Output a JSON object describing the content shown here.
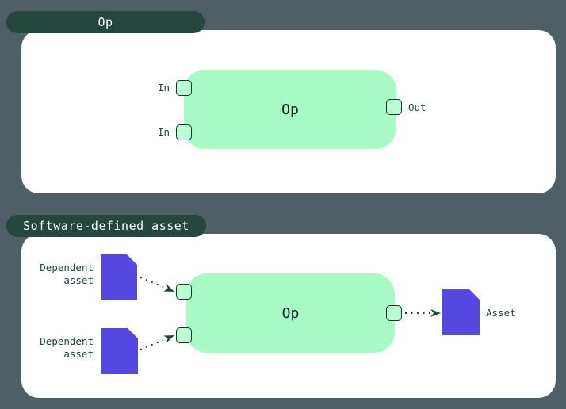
{
  "colors": {
    "bg": "#4e5f66",
    "tab-bg": "#24473e",
    "tab-text": "#ffffff",
    "card-bg": "#ffffff",
    "op-fill": "#a9fbc6",
    "handle-fill": "#b9fdd1",
    "handle-border": "#12352e",
    "op-text": "#0a241e",
    "label-text": "#1d463f",
    "asset-fill": "#5747e1",
    "arrow": "#1d463f"
  },
  "panels": [
    {
      "tab": "Op",
      "node": {
        "label": "Op",
        "inputs": [
          "In",
          "In"
        ],
        "output": "Out"
      }
    },
    {
      "tab": "Software-defined asset",
      "node": {
        "label": "Op"
      },
      "dependent_assets": [
        {
          "label": "Dependent asset"
        },
        {
          "label": "Dependent asset"
        }
      ],
      "output_asset": {
        "label": "Asset"
      }
    }
  ]
}
